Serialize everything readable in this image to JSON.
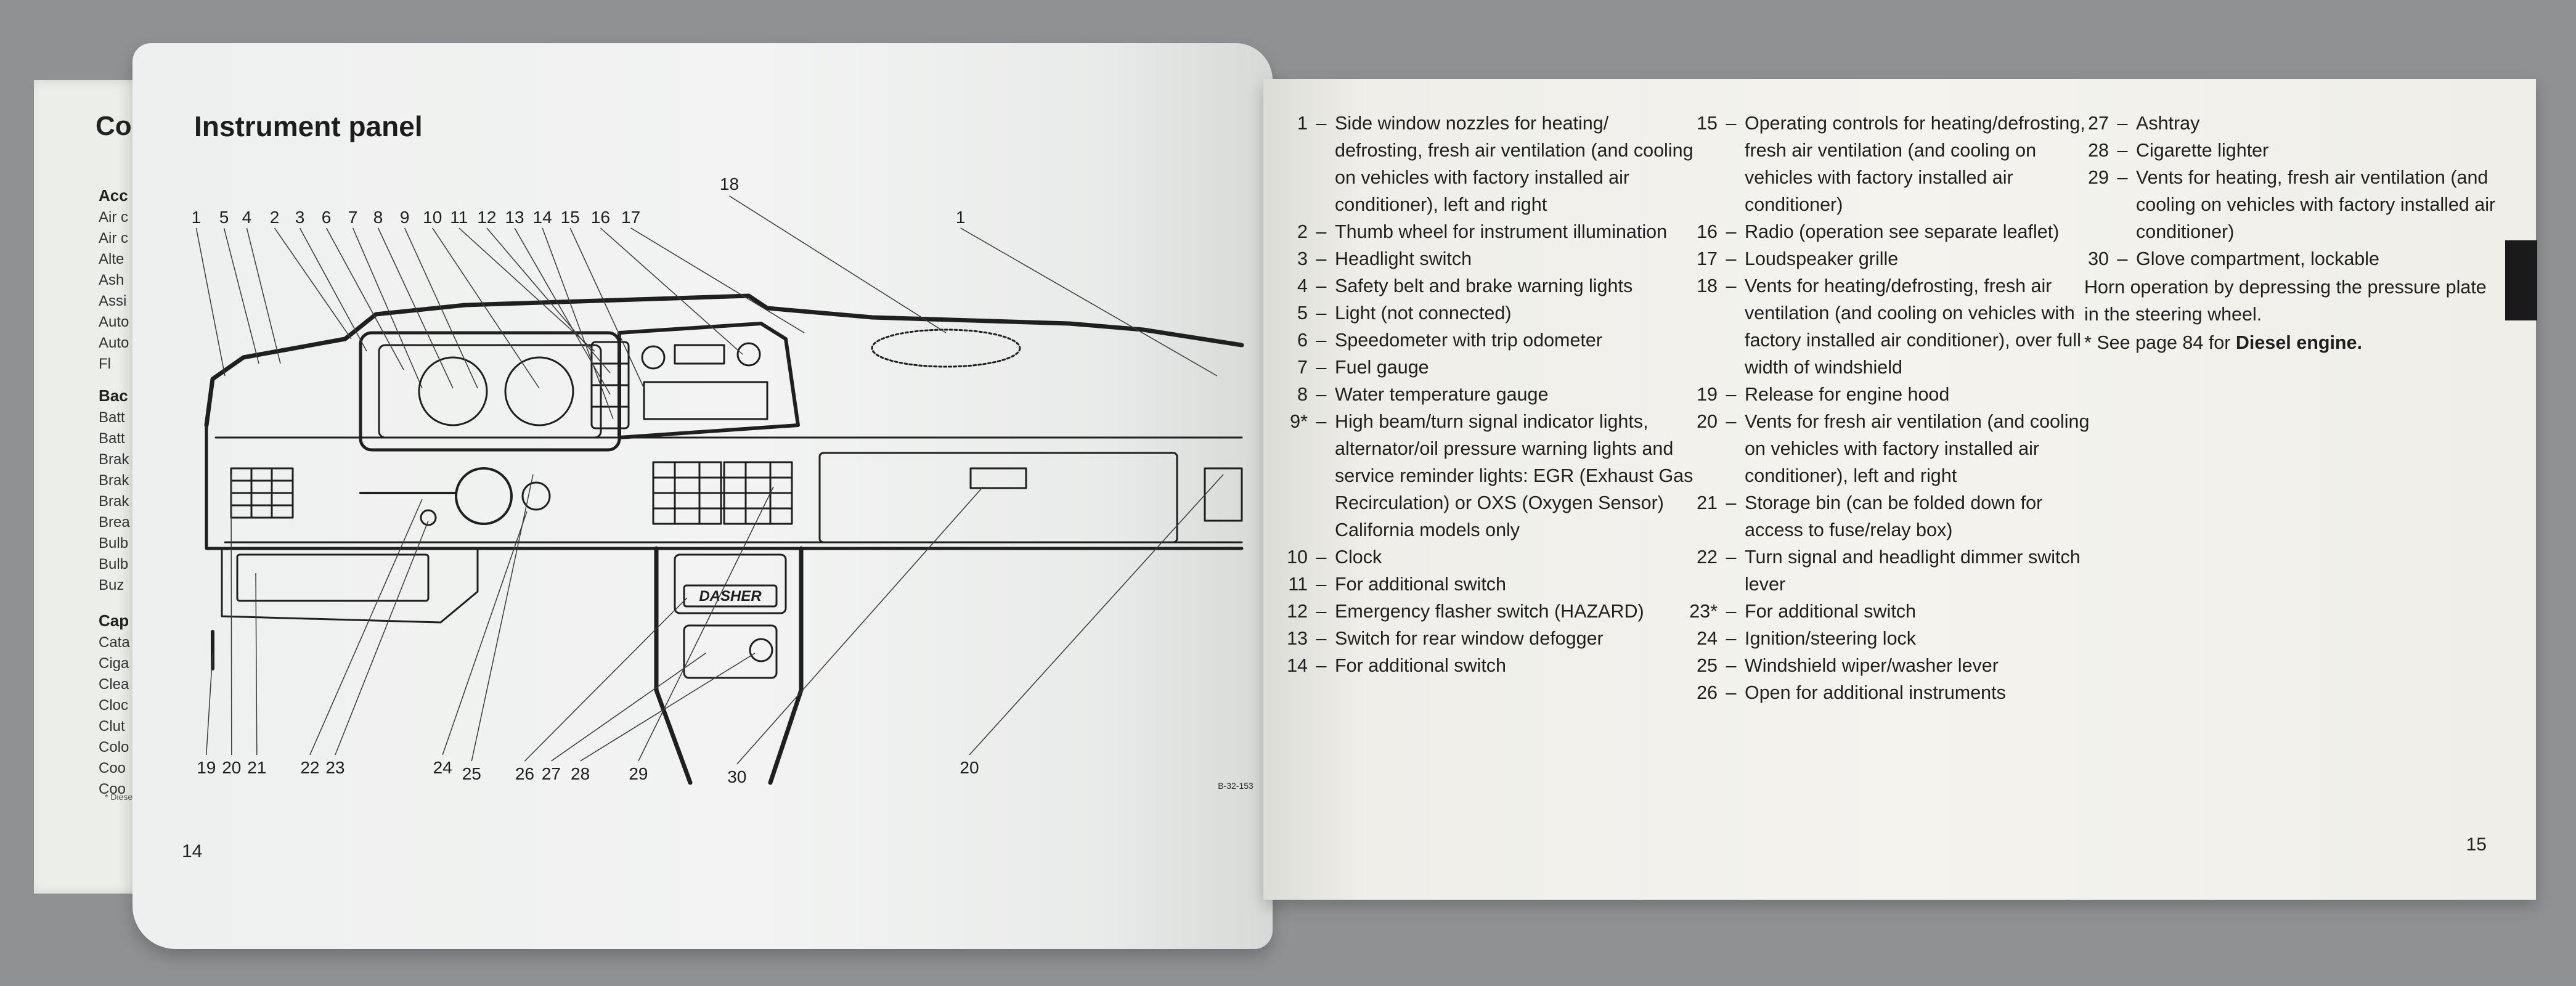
{
  "back_page": {
    "title": "Co",
    "group1_head": "Acc",
    "group1_items": [
      "Air c",
      "Air c",
      "Alte",
      "Ash",
      "Assi",
      "Auto",
      "Auto",
      "Fl"
    ],
    "group2_head": "Bac",
    "group2_items": [
      "Batt",
      "Batt",
      "Brak",
      "Brak",
      "Brak",
      "Brea",
      "Bulb",
      "Bulb",
      "Buz"
    ],
    "group3_head": "Cap",
    "group3_items": [
      "Cata",
      "Ciga",
      "Clea",
      "Cloc",
      "Clut",
      "Colo",
      "Coo",
      "Coo"
    ],
    "note": "* Diese"
  },
  "left_page": {
    "title": "Instrument panel",
    "page_number": "14",
    "diagram": {
      "top_callouts": [
        "1",
        "5",
        "4",
        "2",
        "3",
        "6",
        "7",
        "8",
        "9",
        "10",
        "11",
        "12",
        "13",
        "14",
        "15",
        "16",
        "17",
        "18",
        "1"
      ],
      "bottom_callouts": [
        "19",
        "20",
        "21",
        "22",
        "23",
        "24",
        "25",
        "26",
        "27",
        "28",
        "29",
        "30",
        "20"
      ],
      "radio_label": "DASHER",
      "figure_code": "B-32-153"
    }
  },
  "right_page": {
    "page_number": "15",
    "column1": [
      {
        "num": "1",
        "dash": "–",
        "text": "Side window nozzles for heating/ defrosting, fresh air ventilation (and cooling on vehicles with factory installed air conditioner), left and right"
      },
      {
        "num": "2",
        "dash": "–",
        "text": "Thumb wheel for instrument illumination"
      },
      {
        "num": "3",
        "dash": "–",
        "text": "Headlight switch"
      },
      {
        "num": "4",
        "dash": "–",
        "text": "Safety belt and brake warning lights"
      },
      {
        "num": "5",
        "dash": "–",
        "text": "Light (not connected)"
      },
      {
        "num": "6",
        "dash": "–",
        "text": "Speedometer with trip odometer"
      },
      {
        "num": "7",
        "dash": "–",
        "text": "Fuel gauge"
      },
      {
        "num": "8",
        "dash": "–",
        "text": "Water temperature gauge"
      },
      {
        "num": "9*",
        "dash": "–",
        "text": "High beam/turn signal indicator lights, alternator/oil pressure warning lights and service reminder lights: EGR (Exhaust Gas Recirculation) or OXS (Oxygen Sensor) California models only"
      },
      {
        "num": "10",
        "dash": "–",
        "text": "Clock"
      },
      {
        "num": "11",
        "dash": "–",
        "text": "For additional switch"
      },
      {
        "num": "12",
        "dash": "–",
        "text": "Emergency flasher switch (HAZARD)"
      },
      {
        "num": "13",
        "dash": "–",
        "text": "Switch for rear window defogger"
      },
      {
        "num": "14",
        "dash": "–",
        "text": "For additional switch"
      }
    ],
    "column2": [
      {
        "num": "15",
        "dash": "–",
        "text": "Operating controls for heating/defrosting, fresh air ventilation (and cooling on vehicles with factory installed air conditioner)"
      },
      {
        "num": "16",
        "dash": "–",
        "text": "Radio (operation see separate leaflet)"
      },
      {
        "num": "17",
        "dash": "–",
        "text": "Loudspeaker grille"
      },
      {
        "num": "18",
        "dash": "–",
        "text": "Vents for heating/defrosting, fresh air ventilation (and cooling on vehicles with factory installed air conditioner), over full width of windshield"
      },
      {
        "num": "19",
        "dash": "–",
        "text": "Release for engine hood"
      },
      {
        "num": "20",
        "dash": "–",
        "text": "Vents for fresh air ventilation (and cooling on vehicles with factory installed air conditioner), left and right"
      },
      {
        "num": "21",
        "dash": "–",
        "text": "Storage bin (can be folded down for access to fuse/relay box)"
      },
      {
        "num": "22",
        "dash": "–",
        "text": "Turn signal and headlight dimmer switch lever"
      },
      {
        "num": "23*",
        "dash": "–",
        "text": "For additional switch"
      },
      {
        "num": "24",
        "dash": "–",
        "text": "Ignition/steering lock"
      },
      {
        "num": "25",
        "dash": "–",
        "text": "Windshield wiper/washer lever"
      },
      {
        "num": "26",
        "dash": "–",
        "text": "Open for additional instruments"
      }
    ],
    "column3": [
      {
        "num": "27",
        "dash": "–",
        "text": "Ashtray"
      },
      {
        "num": "28",
        "dash": "–",
        "text": "Cigarette lighter"
      },
      {
        "num": "29",
        "dash": "–",
        "text": "Vents for heating, fresh air ventilation (and cooling on vehicles with factory installed air conditioner)"
      },
      {
        "num": "30",
        "dash": "–",
        "text": "Glove compartment, lockable"
      }
    ],
    "horn_note": "Horn operation by depressing the pressure plate in the steering wheel.",
    "footnote_prefix": "* See page 84 for ",
    "footnote_bold": "Diesel engine."
  }
}
